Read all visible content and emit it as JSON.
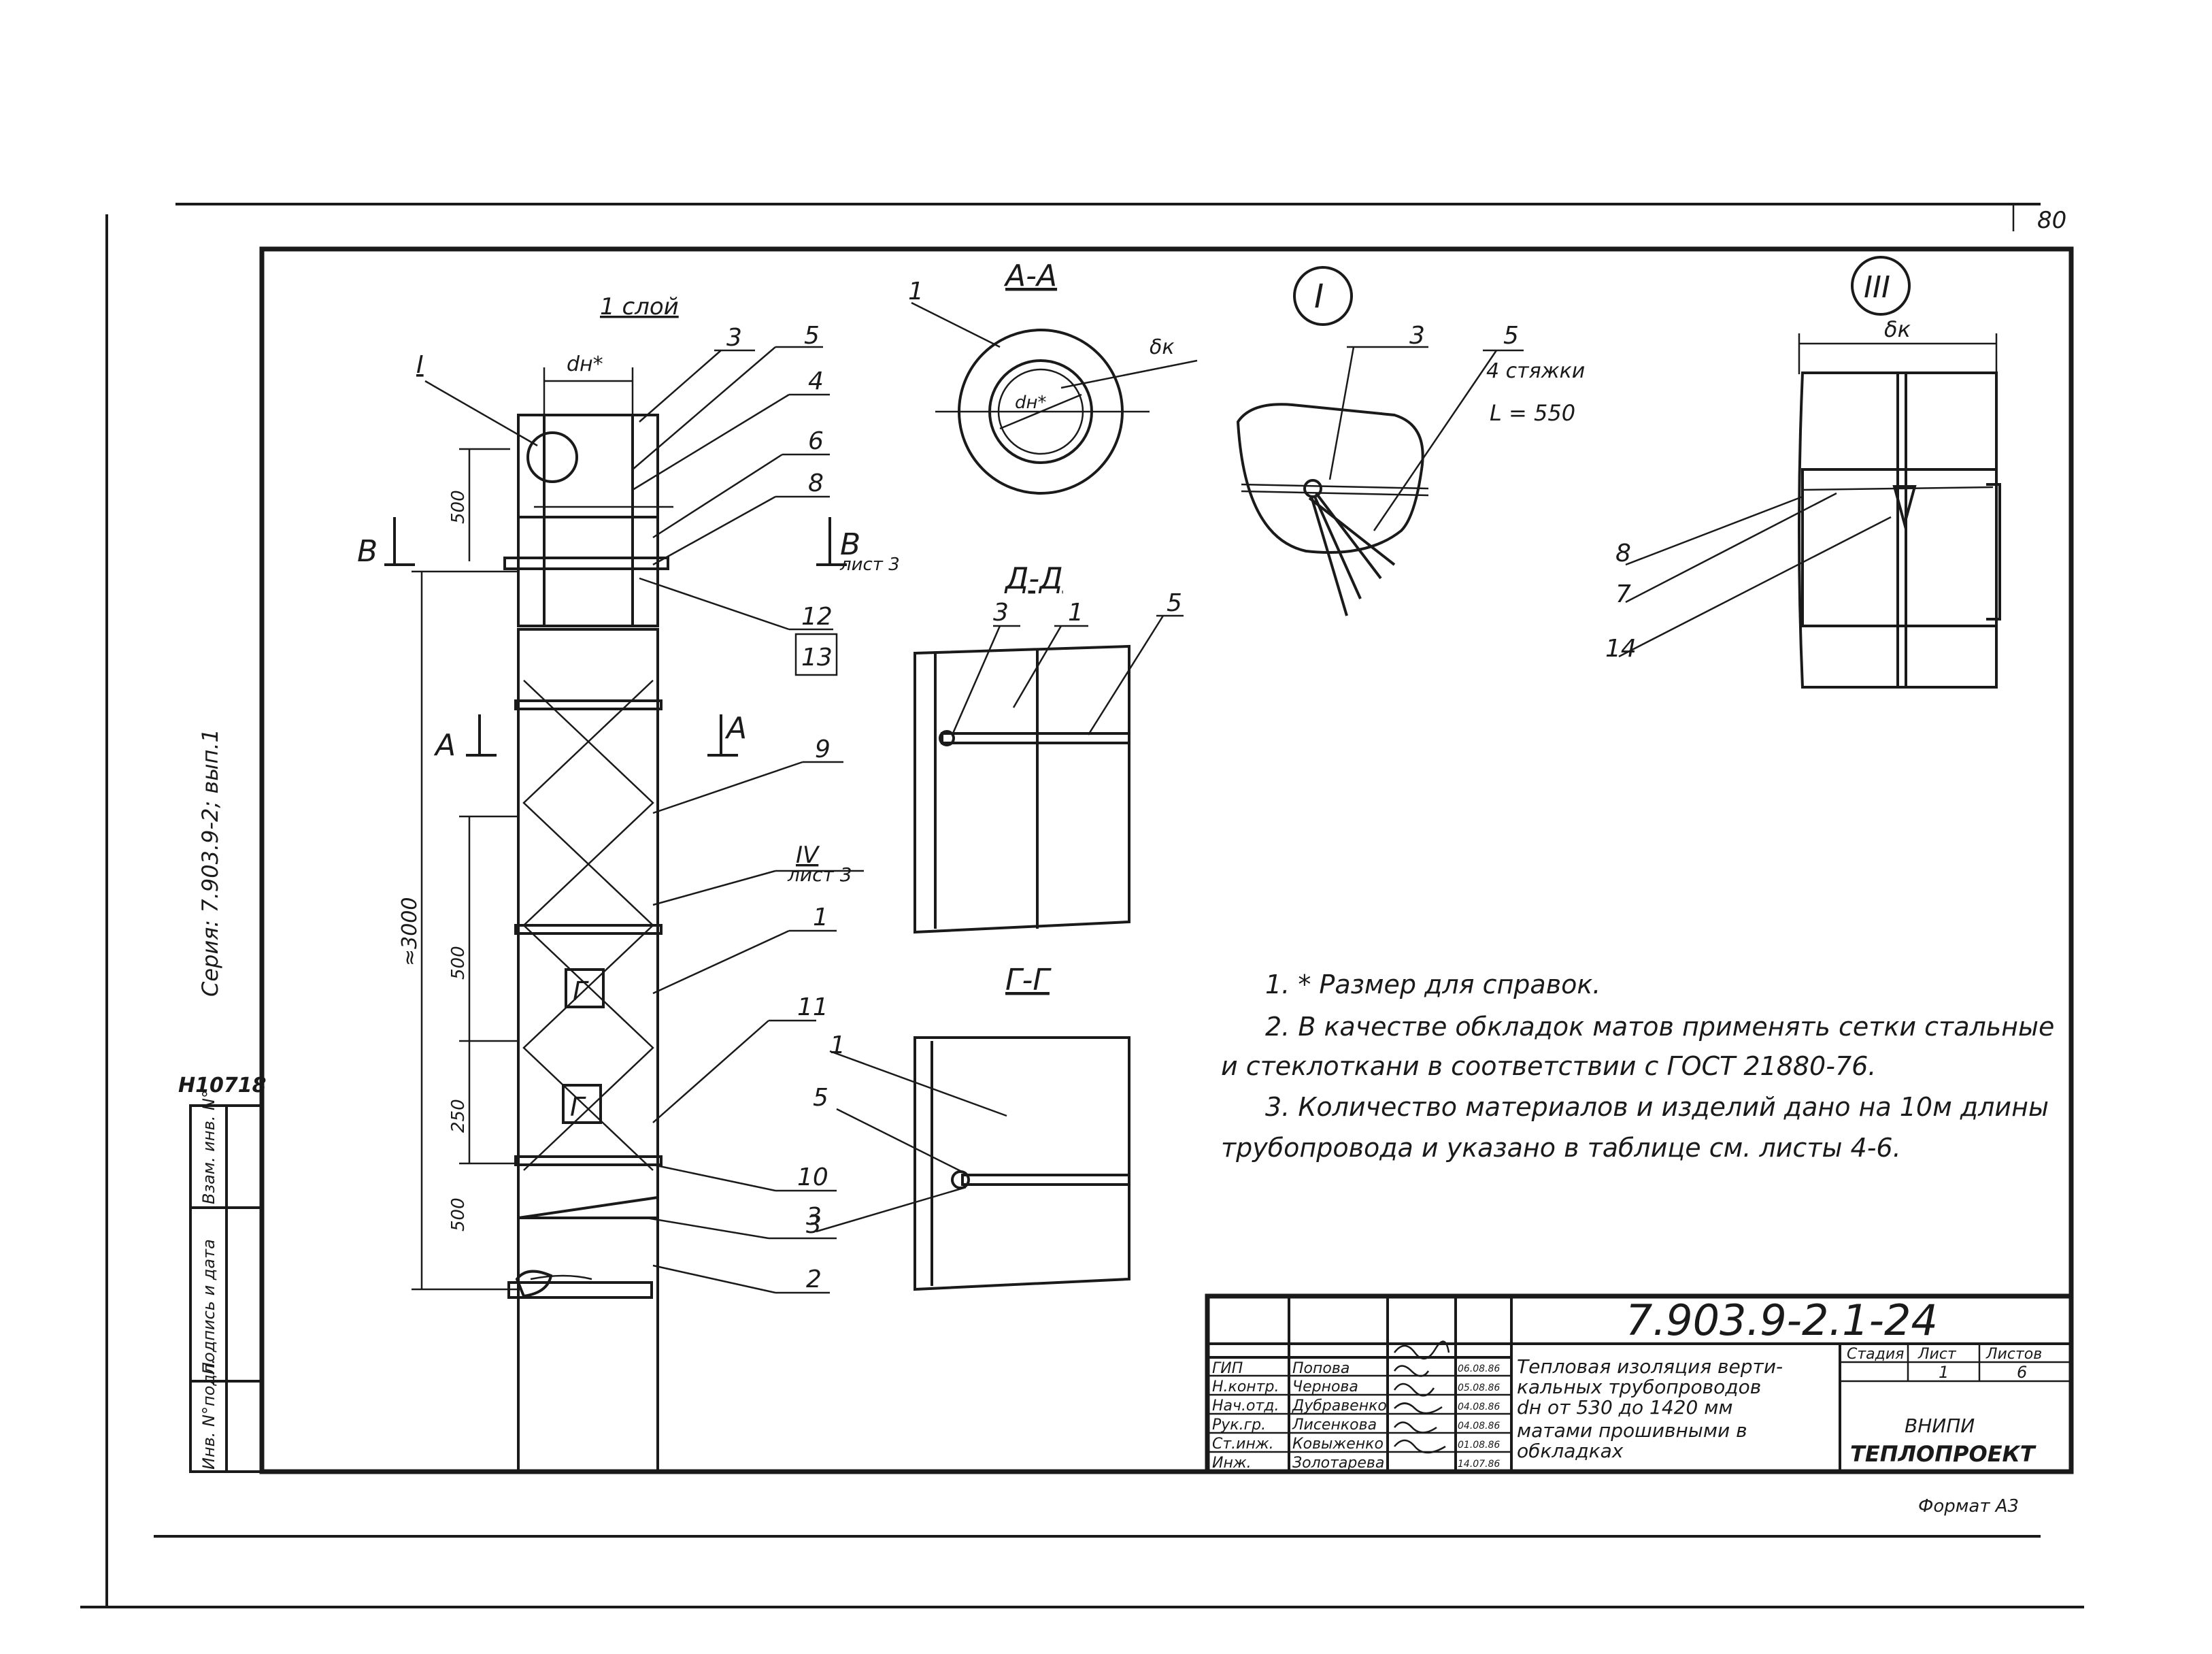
{
  "page_number": "80",
  "sheet_format": "Формат А3",
  "series_label": "Серия: 7.903.9-2; вып.1",
  "inventory_number": "Н10718",
  "left_stamp_labels": [
    "Инв. N°подл.",
    "Подпись и дата",
    "Взам. инв. N°"
  ],
  "main_view": {
    "layer_label": "1 слой",
    "dim_dn": "dн*",
    "dim_500_top": "500",
    "dim_3000": "≈3000",
    "dim_500_mid": "500",
    "dim_250": "250",
    "dim_500_low": "500",
    "section_B": "В",
    "section_B_sheet": "лист 3",
    "section_A": "А",
    "section_G_mark": "Г",
    "callout_I": "I",
    "leaders": [
      "3",
      "5",
      "4",
      "6",
      "8",
      "12",
      "13",
      "9",
      "1",
      "11",
      "10",
      "3",
      "2"
    ],
    "leader_IV": "IV",
    "leader_IV_sheet": "лист 3"
  },
  "section_AA": {
    "title": "А-А",
    "label_1": "1",
    "dim_dk": "δк",
    "dim_dn": "dн*"
  },
  "section_DD": {
    "title": "Д-Д",
    "labels": [
      "3",
      "1",
      "5"
    ]
  },
  "section_GG": {
    "title": "Г-Г",
    "labels": [
      "1",
      "5",
      "3"
    ]
  },
  "detail_I": {
    "title": "I",
    "label_3": "3",
    "label_5": "5",
    "ties_text": "4 стяжки",
    "length_text": "L = 550"
  },
  "detail_III": {
    "title": "III",
    "dim_dk": "δк",
    "labels": [
      "8",
      "7",
      "14"
    ]
  },
  "notes": [
    "1. * Размер для справок.",
    "2. В качестве обкладок матов применять сетки стальные",
    "и стеклоткани в соответствии с ГОСТ 21880-76.",
    "3. Количество материалов и изделий дано на 10м длины",
    "трубопровода и указано в таблице см. листы 4-6."
  ],
  "title_block": {
    "document_code": "7.903.9-2.1-24",
    "description": [
      "Тепловая изоляция верти-",
      "кальных трубопроводов",
      "dн от 530 до 1420 мм",
      "матами прошивными в",
      "обкладках"
    ],
    "stage_header": "Стадия",
    "sheet_header": "Лист",
    "sheets_header": "Листов",
    "sheet_value": "1",
    "sheets_value": "6",
    "org_line1": "ВНИПИ",
    "org_line2": "ТЕПЛОПРОЕКТ",
    "rows": [
      {
        "role": "ГИП",
        "name": "Попова",
        "date": "06.08.86"
      },
      {
        "role": "Н.контр.",
        "name": "Чернова",
        "date": "05.08.86"
      },
      {
        "role": "Нач.отд.",
        "name": "Дубравенко",
        "date": "04.08.86"
      },
      {
        "role": "Рук.гр.",
        "name": "Лисенкова",
        "date": "04.08.86"
      },
      {
        "role": "Ст.инж.",
        "name": "Ковыженко",
        "date": "01.08.86"
      },
      {
        "role": "Инж.",
        "name": "Золотарева",
        "date": "14.07.86"
      }
    ]
  }
}
